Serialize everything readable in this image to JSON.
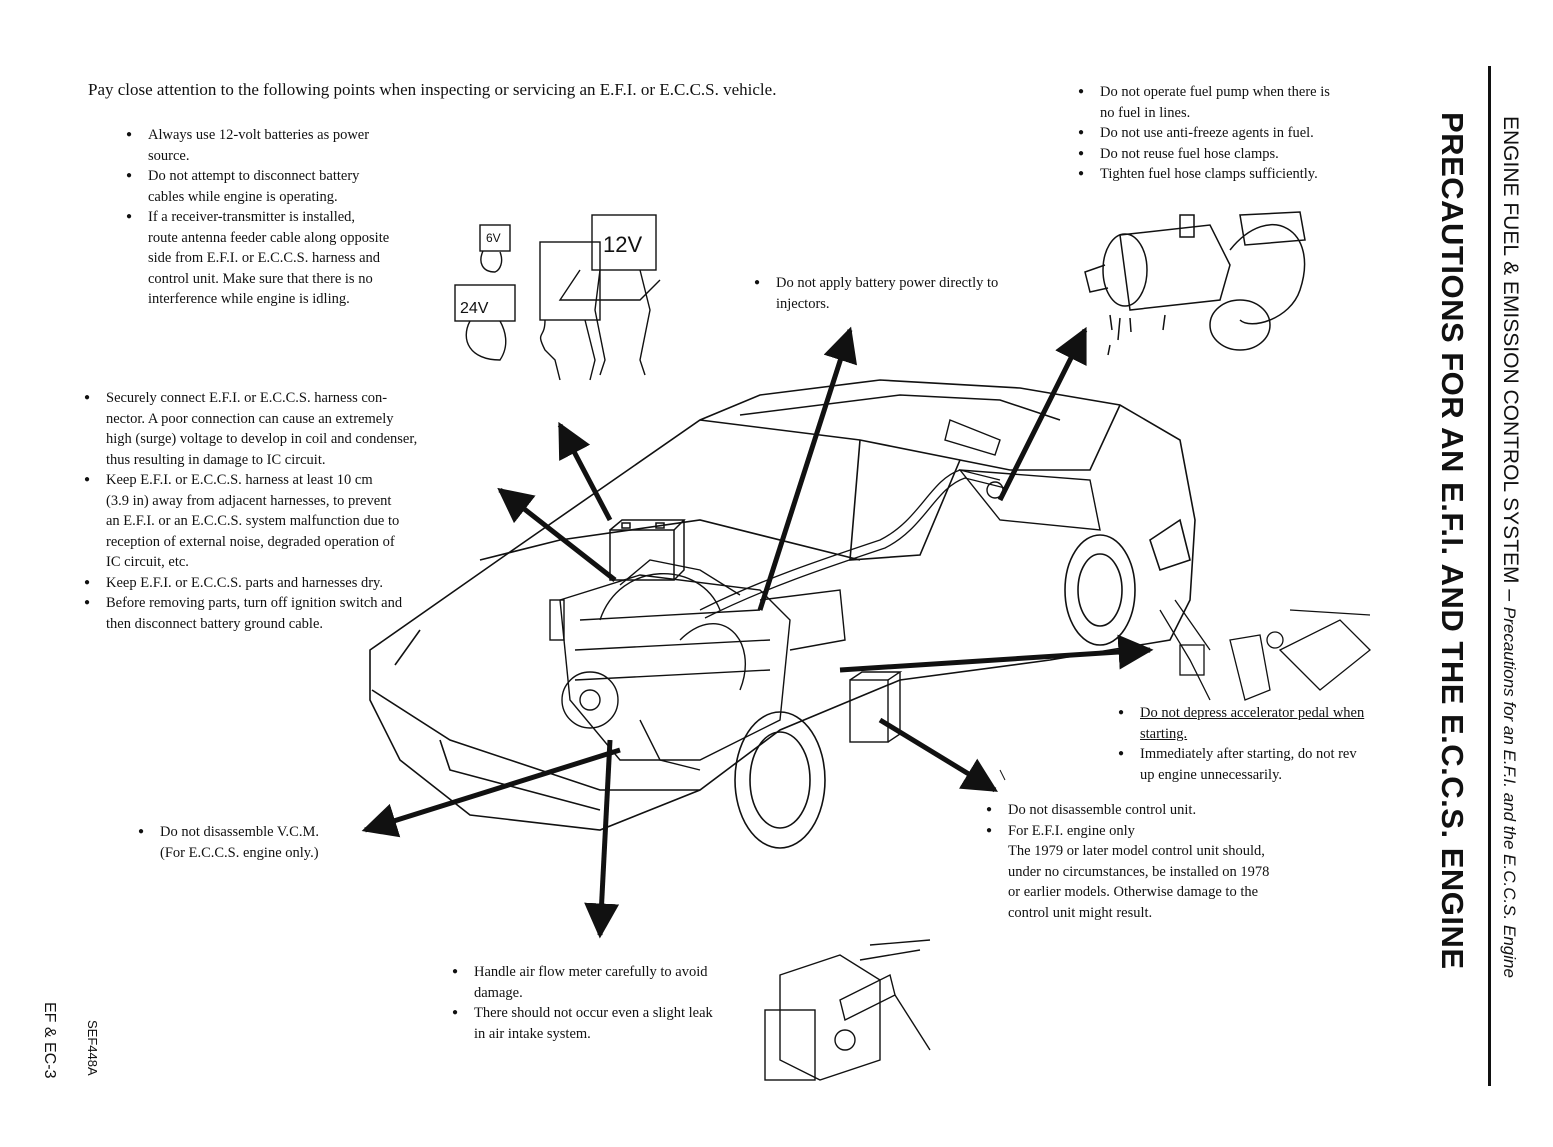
{
  "intro": "Pay close attention to the following points when inspecting or servicing an E.F.I. or E.C.C.S. vehicle.",
  "battery_notes": {
    "b1": "Always use 12-volt batteries as power",
    "b1c": "source.",
    "b2": "Do not attempt to disconnect battery",
    "b2c": "cables while engine is operating.",
    "b3": "If a receiver-transmitter is installed,",
    "b3c1": "route antenna feeder cable along opposite",
    "b3c2": "side from E.F.I. or E.C.C.S. harness and",
    "b3c3": "control unit.  Make sure that there is no",
    "b3c4": "interference while engine is idling."
  },
  "battery_labels": {
    "v6": "6V",
    "v12": "12V",
    "v24": "24V"
  },
  "harness_notes": {
    "h1": "Securely connect E.F.I. or E.C.C.S. harness con-",
    "h1c1": "nector.  A poor connection can cause an extremely",
    "h1c2": "high (surge) voltage to develop in coil and condenser,",
    "h1c3": "thus resulting in damage to IC circuit.",
    "h2": "Keep E.F.I. or E.C.C.S. harness at least 10 cm",
    "h2c1": "(3.9 in) away from adjacent harnesses, to prevent",
    "h2c2": "an E.F.I. or an E.C.C.S. system malfunction due to",
    "h2c3": "reception of external noise, degraded operation of",
    "h2c4": "IC circuit, etc.",
    "h3": "Keep E.F.I. or E.C.C.S. parts and harnesses dry.",
    "h4": "Before removing parts, turn off ignition switch and",
    "h4c": "then disconnect battery ground cable."
  },
  "injector_note": {
    "line1": "Do not apply battery power directly to",
    "line2": "injectors."
  },
  "fuel_notes": {
    "f1": "Do not operate fuel pump when there is",
    "f1c": "no fuel in lines.",
    "f2": "Do not use anti-freeze agents in fuel.",
    "f3": "Do not reuse fuel hose clamps.",
    "f4": "Tighten fuel hose clamps sufficiently."
  },
  "accel_notes": {
    "a1": "Do not depress accelerator pedal when",
    "a1c": "starting.",
    "a2": "Immediately after starting, do not rev",
    "a2c": "up engine unnecessarily."
  },
  "vcm_note": {
    "line1": "Do not disassemble V.C.M.",
    "line2": "(For E.C.C.S. engine only.)"
  },
  "control_unit_notes": {
    "c1": "Do not disassemble control unit.",
    "c2": "For E.F.I. engine only",
    "c2c1": "The 1979 or later model control unit should,",
    "c2c2": "under no circumstances, be installed on 1978",
    "c2c3": "or earlier models.  Otherwise damage to the",
    "c2c4": "control unit might result."
  },
  "airflow_notes": {
    "m1": "Handle air flow meter carefully to avoid",
    "m1c": "damage.",
    "m2": "There should not occur even a slight leak",
    "m2c": "in air intake system."
  },
  "side": {
    "title": "PRECAUTIONS FOR AN E.F.I. AND THE E.C.C.S. ENGINE",
    "sub_main": "ENGINE FUEL & EMISSION CONTROL SYSTEM –",
    "sub_italic": "Precautions for an E.F.I. and the E.C.C.S. Engine"
  },
  "page_code": "EF & EC-3",
  "figure_code": "SEF448A"
}
